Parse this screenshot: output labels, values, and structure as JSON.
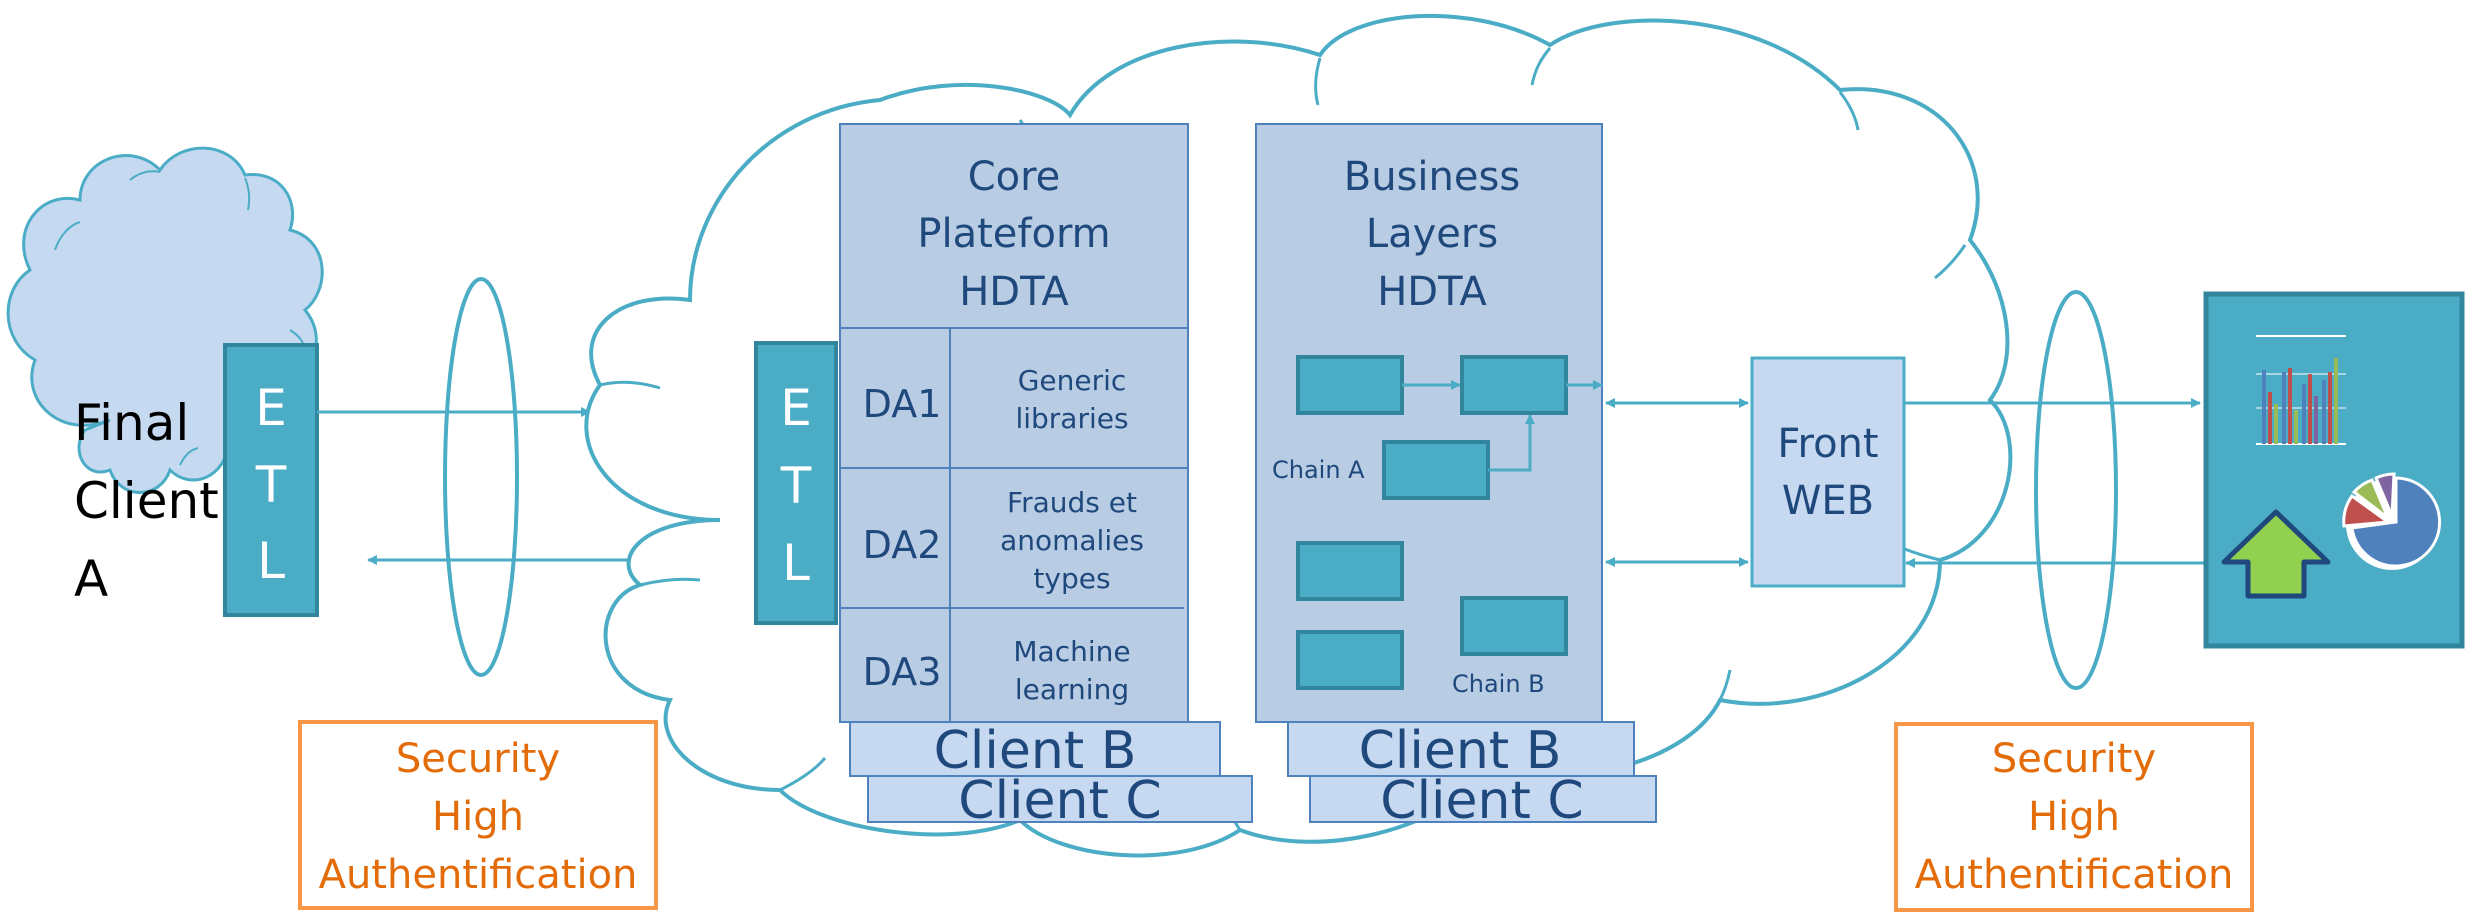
{
  "final_client": {
    "label_lines": [
      "Final",
      "Client",
      "A"
    ],
    "etl_letters": [
      "E",
      "T",
      "L"
    ]
  },
  "security_left": {
    "lines": [
      "Security",
      "High",
      "Authentification"
    ]
  },
  "security_right": {
    "lines": [
      "Security",
      "High",
      "Authentification"
    ]
  },
  "main_cloud": {
    "etl_letters": [
      "E",
      "T",
      "L"
    ]
  },
  "core_platform": {
    "title_lines": [
      "Core",
      "Plateform",
      "HDTA"
    ],
    "rows": [
      {
        "code": "DA1",
        "desc_lines": [
          "Generic",
          "libraries"
        ]
      },
      {
        "code": "DA2",
        "desc_lines": [
          "Frauds et",
          "anomalies",
          "types"
        ]
      },
      {
        "code": "DA3",
        "desc_lines": [
          "Machine",
          "learning"
        ]
      }
    ],
    "clients": [
      "Client B",
      "Client C"
    ]
  },
  "business_layers": {
    "title_lines": [
      "Business",
      "Layers",
      "HDTA"
    ],
    "chain_a_label": "Chain A",
    "chain_b_label": "Chain B",
    "clients": [
      "Client B",
      "Client C"
    ]
  },
  "front_web": {
    "label_lines": [
      "Front",
      "WEB"
    ]
  },
  "colors": {
    "cloud_stroke": "#4bacc6",
    "cloud_fill_left": "#c5d9f1",
    "teal": "#4bacc6",
    "teal_dark": "#31859c",
    "panel_fill": "#b8cce4",
    "panel_stroke": "#4f81bd",
    "text_blue": "#1f497d",
    "orange": "#f79646",
    "arrow_green": "#92d050",
    "pie_blue": "#4f81bd",
    "pie_red": "#c0504d",
    "pie_green": "#9bbb59",
    "pie_purple": "#8064a2"
  },
  "icons": {
    "report": "report-icon",
    "pie": "pie-chart-icon",
    "bars": "bar-chart-icon",
    "up_arrow": "up-arrow-icon"
  }
}
